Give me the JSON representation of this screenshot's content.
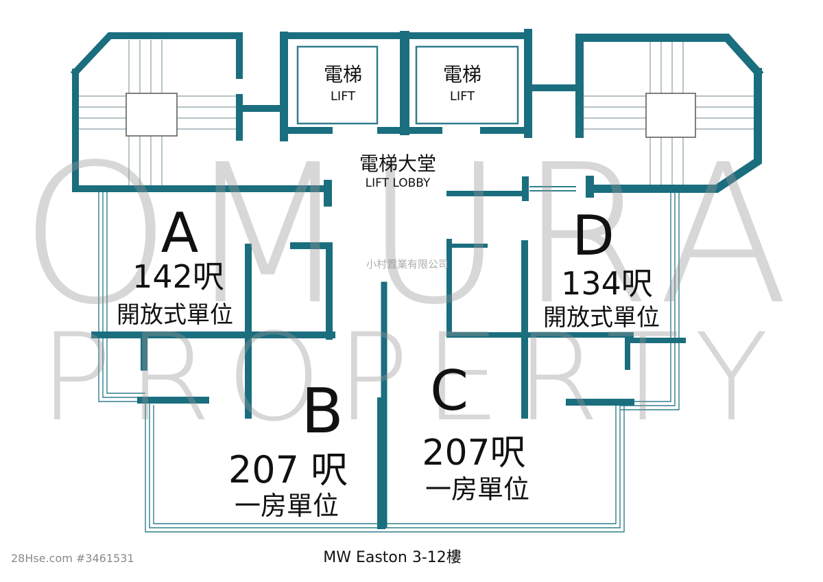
{
  "colors": {
    "wall": "#1a6e7e",
    "accent_wall": "#12606f",
    "window": "#2f7d8c",
    "text": "#111111",
    "watermark": "#b8b8b8"
  },
  "watermark": {
    "line1": "OMURA",
    "line2": "PROPERTY",
    "agency": "小村置業有限公司"
  },
  "lifts": [
    {
      "label_cn": "電梯",
      "label_en": "LIFT"
    },
    {
      "label_cn": "電梯",
      "label_en": "LIFT"
    }
  ],
  "lobby": {
    "label_cn": "電梯大堂",
    "label_en": "LIFT LOBBY"
  },
  "units": {
    "a": {
      "letter": "A",
      "size": "142呎",
      "type": "開放式單位"
    },
    "b": {
      "letter": "B",
      "size": "207 呎",
      "type": "一房單位"
    },
    "c": {
      "letter": "C",
      "size": "207呎",
      "type": "一房單位"
    },
    "d": {
      "letter": "D",
      "size": "134呎",
      "type": "開放式單位"
    }
  },
  "footer": {
    "title": "MW Easton 3-12樓",
    "credit": "28Hse.com #3461531"
  },
  "icons": [
    "stairwell-icon-left",
    "stairwell-icon-right"
  ]
}
